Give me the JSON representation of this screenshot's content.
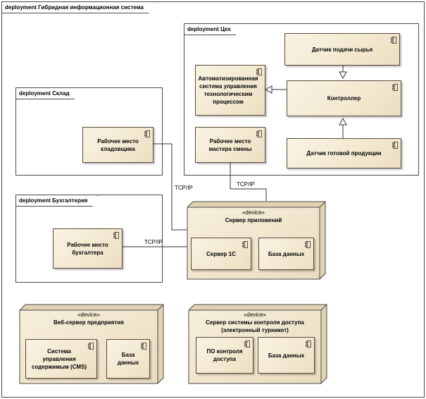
{
  "outer": {
    "label": "deployment Гибридная информационная система"
  },
  "frames": {
    "ceh": {
      "label": "deployment Цех"
    },
    "sklad": {
      "label": "deployment Склад"
    },
    "buh": {
      "label": "deployment Бухгалтерия"
    }
  },
  "components": {
    "sensor_input": "Датчик подачи сырья",
    "controller": "Контроллер",
    "sensor_output": "Датчик готовой продукции",
    "asutp": "Автоматизированная система управления технологическим процессом",
    "master": "Рабочее место мастера смены",
    "storekeeper": "Рабочее место кладовщика",
    "accountant": "Рабочее место бухгалтера",
    "server1c": "Сервер 1С",
    "db_app": "База данных",
    "cms": "Система управления содержимым (CMS)",
    "db_web": "База данных",
    "access_sw": "ПО контроля доступа",
    "db_access": "База данных"
  },
  "nodes": {
    "app_server": {
      "stereotype": "«device»",
      "name": "Сервер приложений"
    },
    "web_server": {
      "stereotype": "«device»",
      "name": "Веб-сервер предприятия"
    },
    "access_server": {
      "stereotype": "«device»",
      "name": "Сервер системы контроля доступа (электронный турникет)"
    }
  },
  "edges": {
    "tcp1": "TCP/IP",
    "tcp2": "TCP/IP",
    "tcp3": "TCP/IP"
  },
  "colors": {
    "component_fill": "#f3e8cf",
    "border": "#4a4a4a"
  }
}
